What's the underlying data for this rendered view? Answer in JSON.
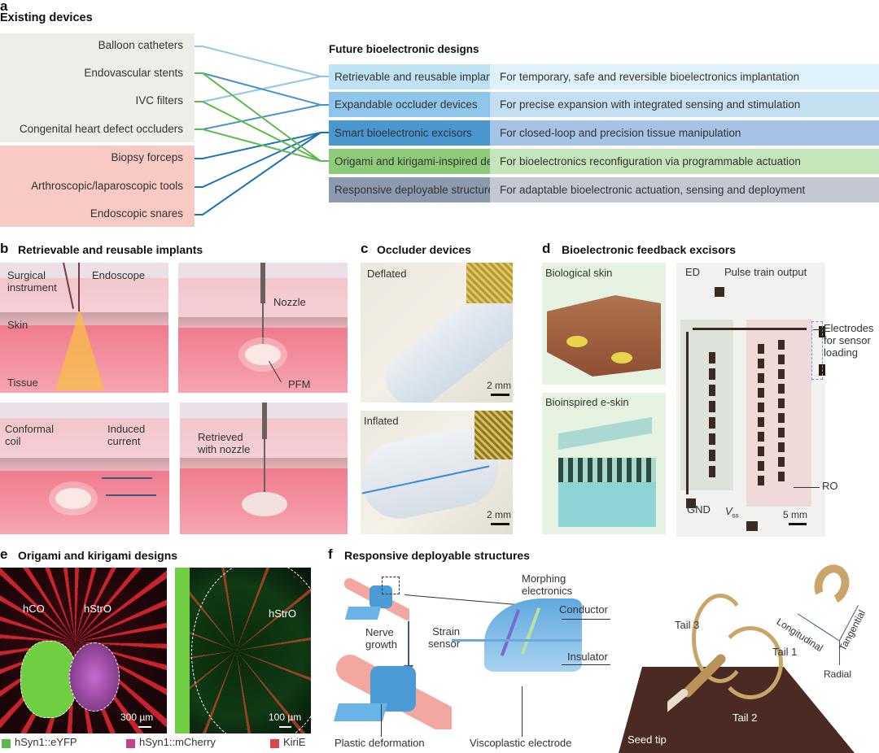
{
  "panel_a": {
    "letter": "a",
    "existing_title": "Existing devices",
    "future_title": "Future bioelectronic designs",
    "existing_devices": [
      "Balloon catheters",
      "Endovascular stents",
      "IVC filters",
      "Congenital heart defect occluders",
      "Biopsy forceps",
      "Arthroscopic/laparoscopic tools",
      "Endoscopic snares"
    ],
    "future_designs": [
      {
        "name": "Retrievable and reusable implants",
        "purpose": "For temporary, safe and reversible bioelectronics implantation",
        "color_dark": "#bfe3f5",
        "color_light": "#dff1fb"
      },
      {
        "name": "Expandable occluder devices",
        "purpose": "For precise expansion with integrated sensing and stimulation",
        "color_dark": "#8ec5ea",
        "color_light": "#c4dff2"
      },
      {
        "name": "Smart bioelectronic excisors",
        "purpose": "For closed-loop and precision tissue manipulation",
        "color_dark": "#4a97d0",
        "color_light": "#a5c3e4"
      },
      {
        "name": "Origami and kirigami-inspired designs",
        "purpose": "For bioelectronics reconfiguration via programmable actuation",
        "color_dark": "#8dcb7b",
        "color_light": "#c7e5bb"
      },
      {
        "name": "Responsive deployable structures",
        "purpose": "For adaptable bioelectronic actuation, sensing and deployment",
        "color_dark": "#8c9aae",
        "color_light": "#c3c8d3"
      }
    ],
    "connections": [
      {
        "from": "Balloon catheters",
        "to": "Retrievable and reusable implants",
        "color": "#8ec8ec"
      },
      {
        "from": "IVC filters",
        "to": "Retrievable and reusable implants",
        "color": "#8ec8ec"
      },
      {
        "from": "Endovascular stents",
        "to": "Expandable occluder devices",
        "color": "#4a8fce"
      },
      {
        "from": "Congenital heart defect occluders",
        "to": "Expandable occluder devices",
        "color": "#4a8fce"
      },
      {
        "from": "Biopsy forceps",
        "to": "Smart bioelectronic excisors",
        "color": "#1a73b5"
      },
      {
        "from": "Arthroscopic/laparoscopic tools",
        "to": "Smart bioelectronic excisors",
        "color": "#1a73b5"
      },
      {
        "from": "Endoscopic snares",
        "to": "Smart bioelectronic excisors",
        "color": "#1a73b5"
      },
      {
        "from": "Endovascular stents",
        "to": "Origami and kirigami-inspired designs",
        "color": "#5cbb4a"
      },
      {
        "from": "IVC filters",
        "to": "Origami and kirigami-inspired designs",
        "color": "#5cbb4a"
      },
      {
        "from": "Congenital heart defect occluders",
        "to": "Origami and kirigami-inspired designs",
        "color": "#5cbb4a"
      }
    ],
    "colors": {
      "existing_grey": "#eeede8",
      "existing_pink": "#f9c9c4"
    }
  },
  "panel_b": {
    "letter": "b",
    "title": "Retrievable and reusable implants",
    "labels": {
      "surgical_instrument": "Surgical\ninstrument",
      "endoscope": "Endoscope",
      "skin": "Skin",
      "tissue": "Tissue",
      "nozzle": "Nozzle",
      "pfm": "PFM",
      "conformal_coil": "Conformal\ncoil",
      "induced_current": "Induced\ncurrent",
      "retrieved": "Retrieved\nwith nozzle"
    }
  },
  "panel_c": {
    "letter": "c",
    "title": "Occluder devices",
    "deflated": "Deflated",
    "inflated": "Inflated",
    "scale": "2 mm"
  },
  "panel_d": {
    "letter": "d",
    "title": "Bioelectronic feedback excisors",
    "biological_skin": "Biological skin",
    "bioinspired": "Bioinspired e-skin",
    "ed": "ED",
    "pulse": "Pulse train output",
    "electrodes": "Electrodes\nfor sensor\nloading",
    "gnd": "GND",
    "vss_main": "V",
    "vss_sub": "ss",
    "ro": "RO",
    "scale": "5 mm"
  },
  "panel_e": {
    "letter": "e",
    "title": "Origami and kirigami designs",
    "hco": "hCO",
    "hstro": "hStrO",
    "hstro2": "hStrO",
    "scale1": "300 µm",
    "scale2": "100 µm",
    "legend": [
      {
        "label": "hSyn1::eYFP",
        "color": "#5cbb4a"
      },
      {
        "label": "hSyn1::mCherry",
        "color": "#c2448c"
      },
      {
        "label": "KiriE",
        "color": "#d84848"
      }
    ]
  },
  "panel_f": {
    "letter": "f",
    "title": "Responsive deployable structures",
    "morphing": "Morphing\nelectronics",
    "conductor": "Conductor",
    "strain": "Strain\nsensor",
    "insulator": "Insulator",
    "nerve": "Nerve\ngrowth",
    "plastic": "Plastic deformation",
    "visco": "Viscoplastic electrode",
    "tail1": "Tail 1",
    "tail2": "Tail 2",
    "tail3": "Tail 3",
    "seed": "Seed tip",
    "longitudinal": "Longitudinal",
    "tangential": "Tangential",
    "radial": "Radial"
  }
}
